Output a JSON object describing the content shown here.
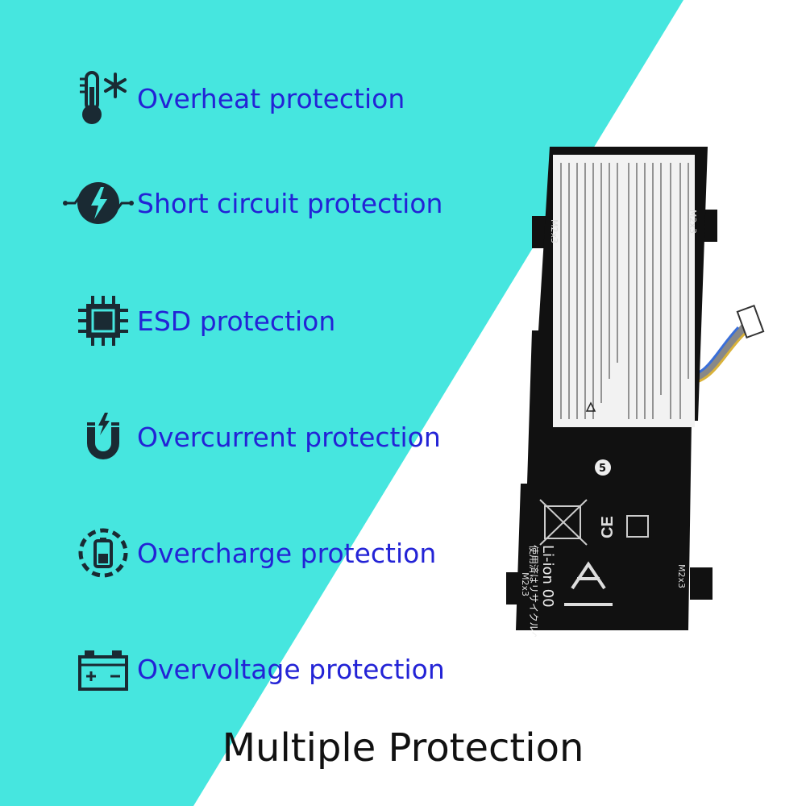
{
  "colors": {
    "background_accent": "#46e6df",
    "icon": "#1a2a33",
    "label": "#2323d6",
    "battery": "#111111"
  },
  "features": [
    {
      "icon": "thermometer-snowflake-icon",
      "label": "Overheat protection"
    },
    {
      "icon": "short-circuit-icon",
      "label": "Short circuit protection"
    },
    {
      "icon": "chip-icon",
      "label": "ESD protection"
    },
    {
      "icon": "magnet-bolt-icon",
      "label": "Overcurrent protection"
    },
    {
      "icon": "battery-charge-icon",
      "label": "Overcharge protection"
    },
    {
      "icon": "car-battery-icon",
      "label": "Overvoltage protection"
    }
  ],
  "battery": {
    "screw_labels": [
      "M2x3",
      "M2x3",
      "M2x3",
      "M2x3"
    ],
    "chemistry_label": "Li-ion 00",
    "recycle_text": "使用済はリサイクルへ",
    "ce_mark": "CE",
    "number_badge": "5"
  },
  "footer": {
    "title": "Multiple Protection"
  }
}
